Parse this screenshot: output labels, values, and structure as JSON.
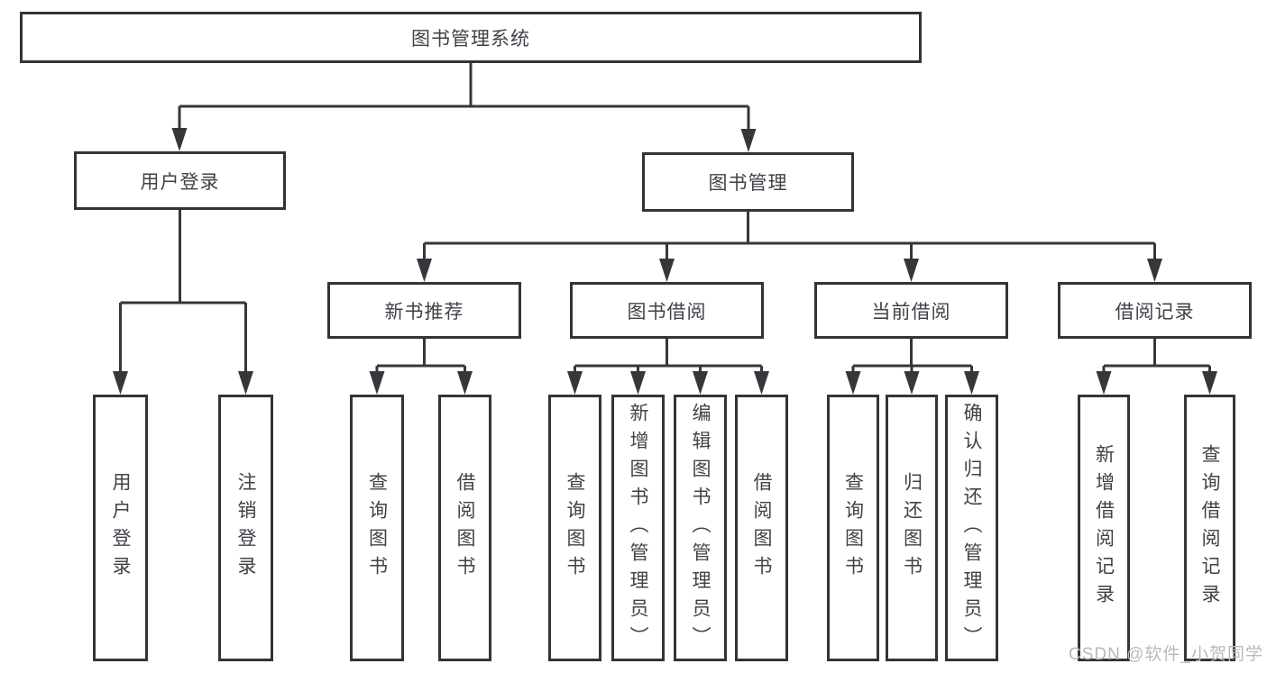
{
  "diagram": {
    "title": "图书管理系统",
    "user_login": {
      "label": "用户登录",
      "children": [
        {
          "label": "用户登录"
        },
        {
          "label": "注销登录"
        }
      ]
    },
    "book_mgmt": {
      "label": "图书管理",
      "sections": [
        {
          "label": "新书推荐",
          "children": [
            {
              "label": "查询图书"
            },
            {
              "label": "借阅图书"
            }
          ]
        },
        {
          "label": "图书借阅",
          "children": [
            {
              "label": "查询图书"
            },
            {
              "label": "新增图书（管理员）"
            },
            {
              "label": "编辑图书（管理员）"
            },
            {
              "label": "借阅图书"
            }
          ]
        },
        {
          "label": "当前借阅",
          "children": [
            {
              "label": "查询图书"
            },
            {
              "label": "归还图书"
            },
            {
              "label": "确认归还（管理员）"
            }
          ]
        },
        {
          "label": "借阅记录",
          "children": [
            {
              "label": "新增借阅记录"
            },
            {
              "label": "查询借阅记录"
            }
          ]
        }
      ]
    }
  },
  "watermark": "CSDN @软件_小贺同学",
  "colors": {
    "line": "#35373b",
    "text": "#404248",
    "watermark": "#b9b9b9",
    "background": "#ffffff"
  }
}
